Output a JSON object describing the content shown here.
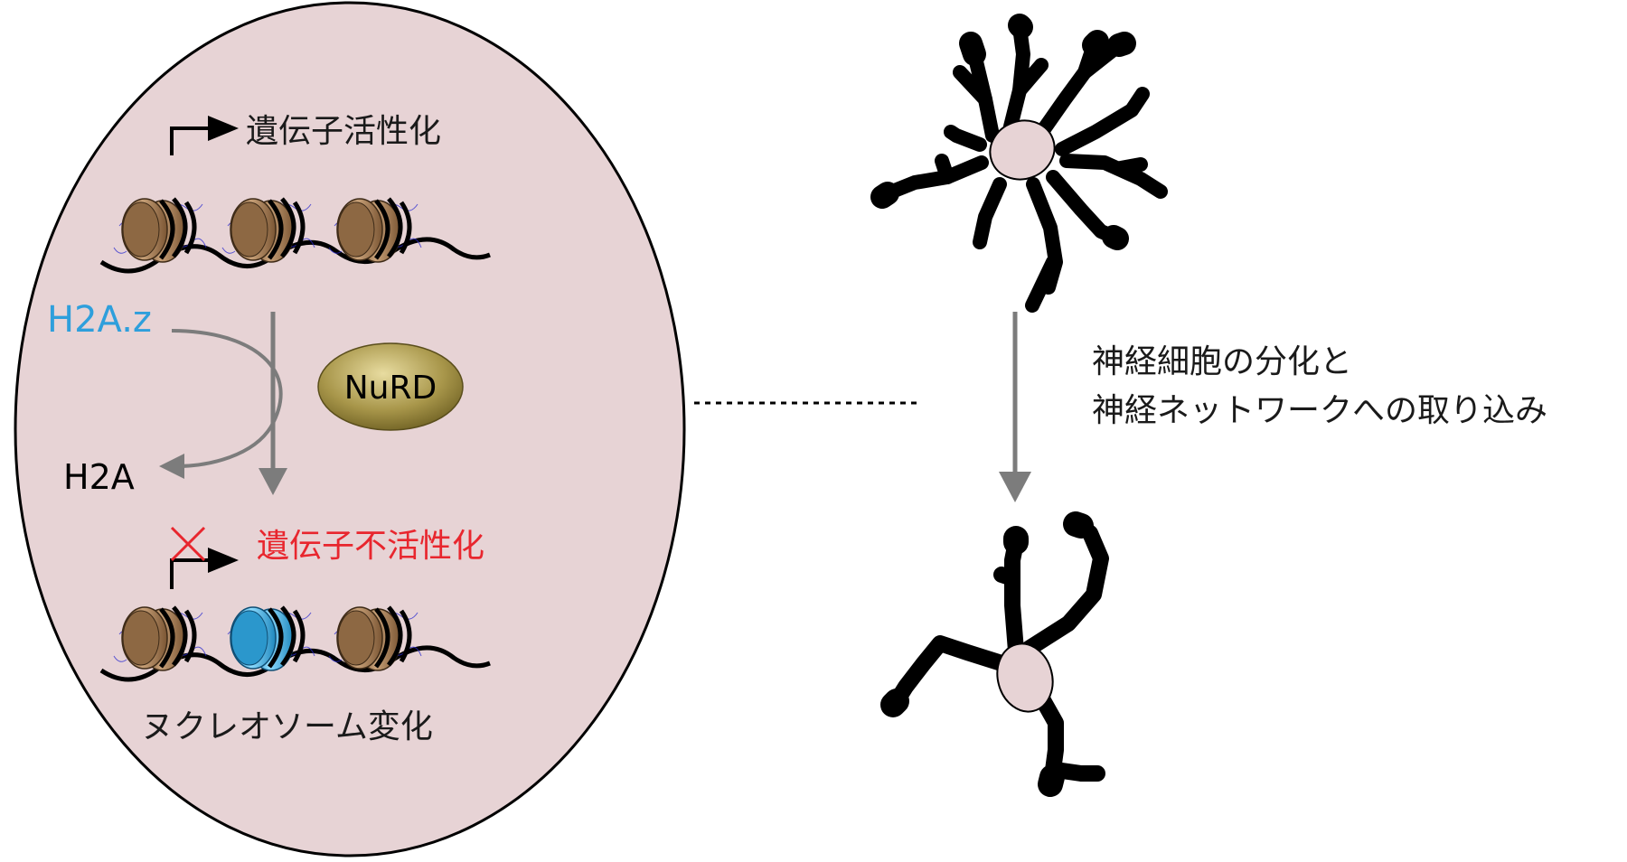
{
  "cell": {
    "activation_label": "遺伝子活性化",
    "h2az_label": "H2A.z",
    "nurd_label": "NuRD",
    "h2a_label": "H2A",
    "inactivation_label": "遺伝子不活性化",
    "nucleosome_label": "ヌクレオソーム変化"
  },
  "neuron": {
    "caption_line1": "神経細胞の分化と",
    "caption_line2": "神経ネットワークへの取り込み"
  },
  "colors": {
    "cell_fill": "#e7d3d5",
    "h2az_text": "#2e9fdc",
    "inactivation_text": "#e8262e",
    "nucleosome_core": "#9b7550",
    "variant_core": "#3aaedf",
    "nurd_fill": "#a8964a",
    "arrow_gray": "#7c7c7c",
    "soma_fill": "#e7d3d5"
  }
}
